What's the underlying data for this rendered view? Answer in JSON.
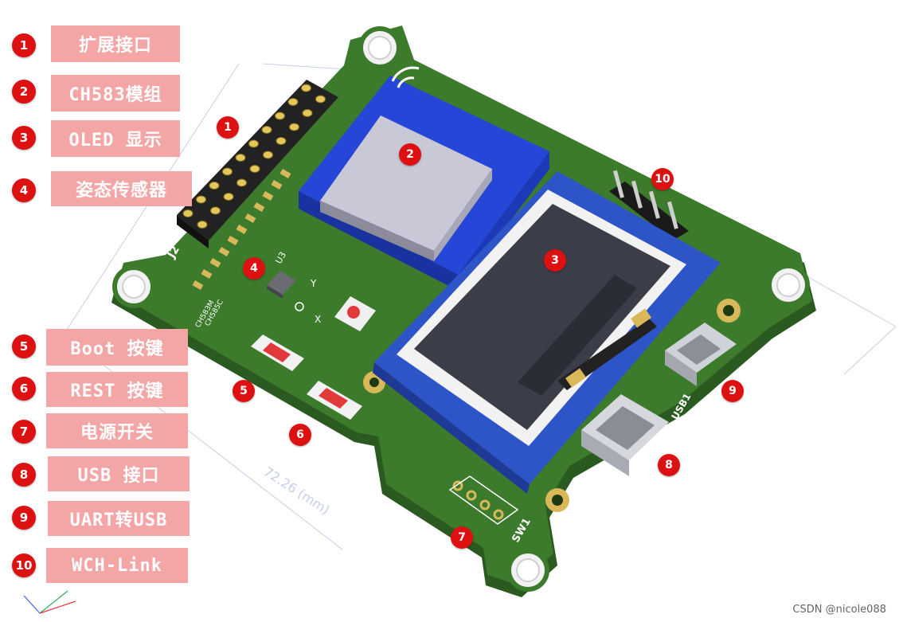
{
  "legend": [
    {
      "num": "1",
      "text": "扩展接口"
    },
    {
      "num": "2",
      "text": "CH583模组"
    },
    {
      "num": "3",
      "text": "OLED 显示"
    },
    {
      "num": "4",
      "text": "姿态传感器"
    },
    {
      "num": "5",
      "text": "Boot 按键"
    },
    {
      "num": "6",
      "text": "REST 按键"
    },
    {
      "num": "7",
      "text": "电源开关"
    },
    {
      "num": "8",
      "text": "USB 接口"
    },
    {
      "num": "9",
      "text": "UART转USB"
    },
    {
      "num": "10",
      "text": "WCH-Link"
    }
  ],
  "board_badges": [
    "1",
    "2",
    "3",
    "4",
    "5",
    "6",
    "7",
    "8",
    "9",
    "10"
  ],
  "silkscreen": {
    "j2": "J2",
    "sw1": "SW1",
    "usb": "USB",
    "usb1": "USB1",
    "u3": "U3",
    "axis_y": "Y",
    "axis_x": "X",
    "dim": "72.26 (mm)",
    "ch585": "CH585C",
    "ch583": "CH583M"
  },
  "watermark": "CSDN @nicole088",
  "colors": {
    "label_bg": "#f4a5a5",
    "badge": "#dd1111",
    "pcb": "#3c7a2c",
    "pcb_dark": "#2a5a1f",
    "module_blue": "#2546d6",
    "oled_frame": "#2e55c8",
    "gold": "#d9b85a"
  }
}
